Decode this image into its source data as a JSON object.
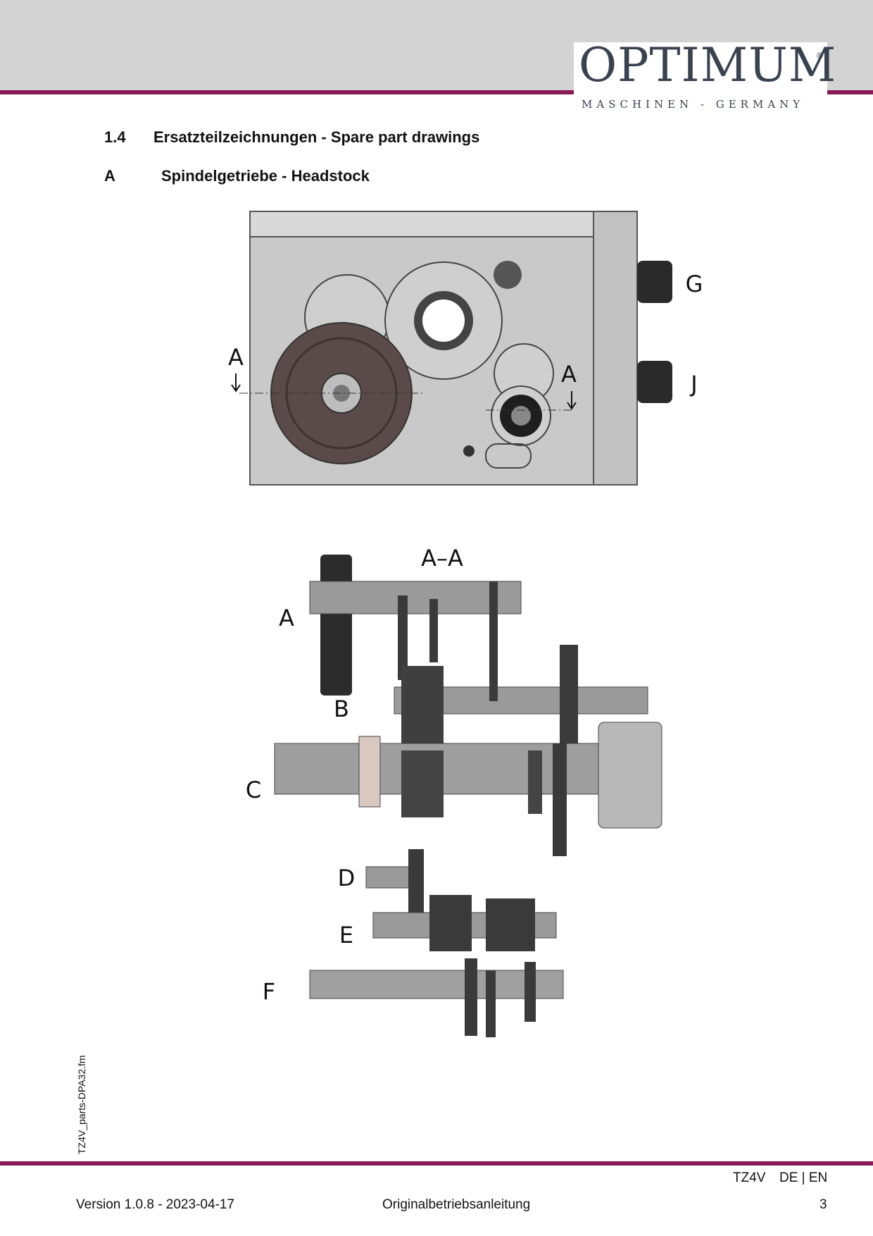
{
  "header": {
    "brand": "OPTIMUM",
    "registered": "®",
    "tagline": "MASCHINEN - GERMANY"
  },
  "section": {
    "number": "1.4",
    "title": "Ersatzteilzeichnungen - Spare part drawings"
  },
  "subsection": {
    "letter": "A",
    "title": "Spindelgetriebe - Headstock"
  },
  "drawing_top": {
    "label_section_left": "A",
    "label_section_right": "A",
    "label_g": "G",
    "label_j": "J"
  },
  "drawing_bottom": {
    "section_title": "A–A",
    "shaft_labels": [
      "A",
      "B",
      "C",
      "D",
      "E",
      "F"
    ]
  },
  "side_note": "TZ4V_parts-DPA32.fm",
  "footer": {
    "model": "TZ4V",
    "languages": "DE | EN",
    "version": "Version 1.0.8 - 2023-04-17",
    "doc_type": "Originalbetriebsanleitung",
    "page": "3"
  }
}
